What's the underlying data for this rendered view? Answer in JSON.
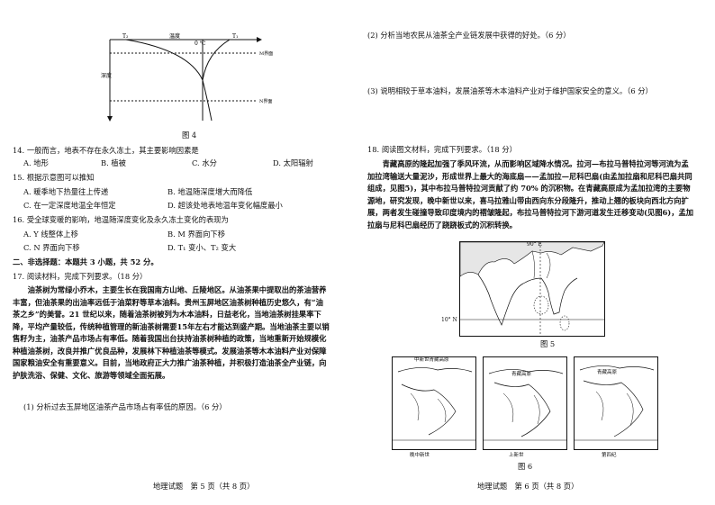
{
  "left": {
    "fig4": {
      "caption": "图 4",
      "temp_label": "温度",
      "depth_label": "深度",
      "t2": "T₂",
      "zero": "0 ℃",
      "t1": "T₁",
      "m_label": "M界面",
      "n_label": "N界面"
    },
    "q14": {
      "stem": "14. 一般而言，地表不存在永久冻土，其主要影响因素是",
      "options": [
        "A. 地形",
        "B. 植被",
        "C. 水分",
        "D. 太阳辐射"
      ]
    },
    "q15": {
      "stem": "15. 根据示意图可以推知",
      "options": [
        "A. 暖季地下热量往上传递",
        "B. 地温随深度增大而降低",
        "C. 在一定深度地温全年恒定",
        "D. 超该处地表地温年变化幅度最小"
      ]
    },
    "q16": {
      "stem": "16. 受全球变暖的影响，地温随深度变化及永久冻土变化的表现为",
      "options": [
        "A. Y 线整体上移",
        "B. M 界面向下移",
        "C. N 界面向下移",
        "D. T₁ 变小、T₂ 变大"
      ]
    },
    "section2": "二、非选择题：本题共 3 小题，共 52 分。",
    "q17": {
      "stem": "17. 阅读材料，完成下列要求。（18 分）",
      "passage": "油茶树为常绿小乔木，主要生长在我国南方山地、丘陵地区。从油茶果中提取出的茶油营养丰富，但油茶果的出油率远低于油菜籽等草本油料。贵州玉屏地区油茶树种植历史悠久，有“油茶之乡”的美誉。21 世纪以来，随着油茶树被列为木本油料，日益老化，当地油茶树挂果率下降，平均产量较低，传统种植管理的新油茶树需要15年左右才能达到盛产期。当地油茶主要以销售籽为主，油茶产品市场占有率低。随着我国出台扶持油茶树种植的政策，当地重新开始规模化种植油茶树，改良并推广优良品种，发展林下种植油茶等模式。发展油茶等木本油料产业对保障国家粮油安全有重要意义。目前，当地政府正大力推广油茶种植，并积极打造油茶全产业链，向护肤洗浴、保健、文化、旅游等领域全面拓展。",
      "sub1": "(1) 分析过去玉屏地区油茶产品市场占有率低的原因。（6 分）"
    },
    "footer": "地理试题　第 5 页（共 8 页）"
  },
  "right": {
    "q17_sub2": "(2) 分析当地农民从油茶全产业链发展中获得的好处。（6 分）",
    "q17_sub3": "(3) 说明相较于草本油料，发展油茶等木本油料产业对于维护国家安全的意义。（6 分）",
    "q18": {
      "stem": "18. 阅读图文材料，完成下列要求。（18 分）",
      "passage": "青藏高原的隆起加强了季风环流，从而影响区域降水情况。拉河—布拉马普特拉河等河流为孟加拉湾输送大量泥沙，形成世界上最大的海底扇——孟加拉—尼科巴扇(由孟加拉扇和尼科巴扇共同组成，见图5)，其中布拉马普特拉河贡献了约 70% 的沉积物。在青藏高原成为孟加拉湾的主要物源地，研究发现，晚中新世以来，喜马拉雅山带由西向东分段隆升，推动上翘的板块向西北方向扩展，两者发生碰撞导致印度境内的褶皱隆起，布拉马普特拉河下游河道发生迁移变动(见图6)，孟加拉扇与尼科巴扇经历了跷跷板式的沉积转换。"
    },
    "fig5": {
      "caption": "图 5",
      "lon_label": "90° E",
      "lat_label": "10° N"
    },
    "fig6": {
      "caption": "图 6",
      "panels": [
        {
          "top": "中新世青藏高原",
          "bottom": "晚中新世"
        },
        {
          "top": "青藏高原",
          "bottom": "上新世"
        },
        {
          "top": "青藏高原",
          "bottom": "第四纪"
        }
      ]
    },
    "footer": "地理试题　第 6 页（共 8 页）"
  }
}
